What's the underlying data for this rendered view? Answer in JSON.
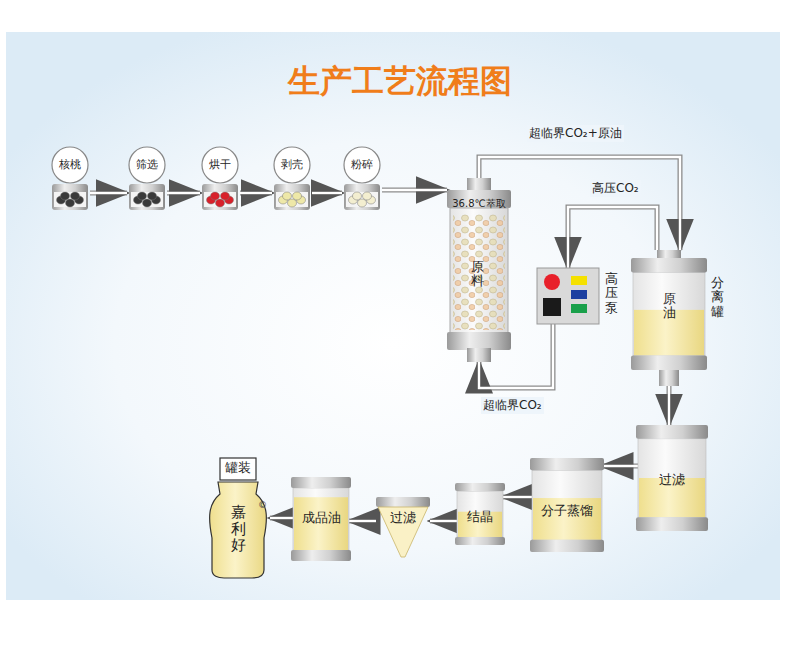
{
  "diagram": {
    "title": "生产工艺流程图",
    "nodes": [
      {
        "text": [
          "核桃"
        ]
      },
      {
        "text": [
          "筛选"
        ]
      },
      {
        "text": [
          "烘干"
        ]
      },
      {
        "text": [
          "剥壳"
        ]
      },
      {
        "text": [
          "粉碎"
        ]
      },
      {
        "text": [
          "36.8℃萃取",
          "原料"
        ]
      },
      {
        "text": [
          "高压泵"
        ]
      },
      {
        "text": [
          "分离罐",
          "原油"
        ]
      },
      {
        "text": [
          "过滤"
        ]
      },
      {
        "text": [
          "分子蒸馏"
        ]
      },
      {
        "text": [
          "结晶"
        ]
      },
      {
        "text": [
          "过滤"
        ]
      },
      {
        "text": [
          "成品油"
        ]
      },
      {
        "text": [
          "罐装",
          "嘉利好"
        ]
      }
    ],
    "edges": [
      {
        "from": 0,
        "to": 1,
        "arrow": "to"
      },
      {
        "from": 1,
        "to": 2,
        "arrow": "to"
      },
      {
        "from": 2,
        "to": 3,
        "arrow": "to"
      },
      {
        "from": 3,
        "to": 4,
        "arrow": "to"
      },
      {
        "from": 4,
        "to": 5,
        "arrow": "to"
      },
      {
        "from": 5,
        "to": 7,
        "label": "超临界CO₂+原油",
        "arrow": "to"
      },
      {
        "from": 7,
        "to": 6,
        "label": "高压CO₂",
        "arrow": "to"
      },
      {
        "from": 6,
        "to": 5,
        "label": "超临界CO₂",
        "arrow": "to"
      },
      {
        "from": 7,
        "to": 8,
        "arrow": "to"
      },
      {
        "from": 8,
        "to": 9,
        "arrow": "to"
      },
      {
        "from": 9,
        "to": 10,
        "arrow": "to"
      },
      {
        "from": 10,
        "to": 11,
        "arrow": "to"
      },
      {
        "from": 11,
        "to": 12,
        "arrow": "to"
      },
      {
        "from": 12,
        "to": 13,
        "arrow": "to"
      }
    ],
    "labels": [
      "©"
    ]
  }
}
